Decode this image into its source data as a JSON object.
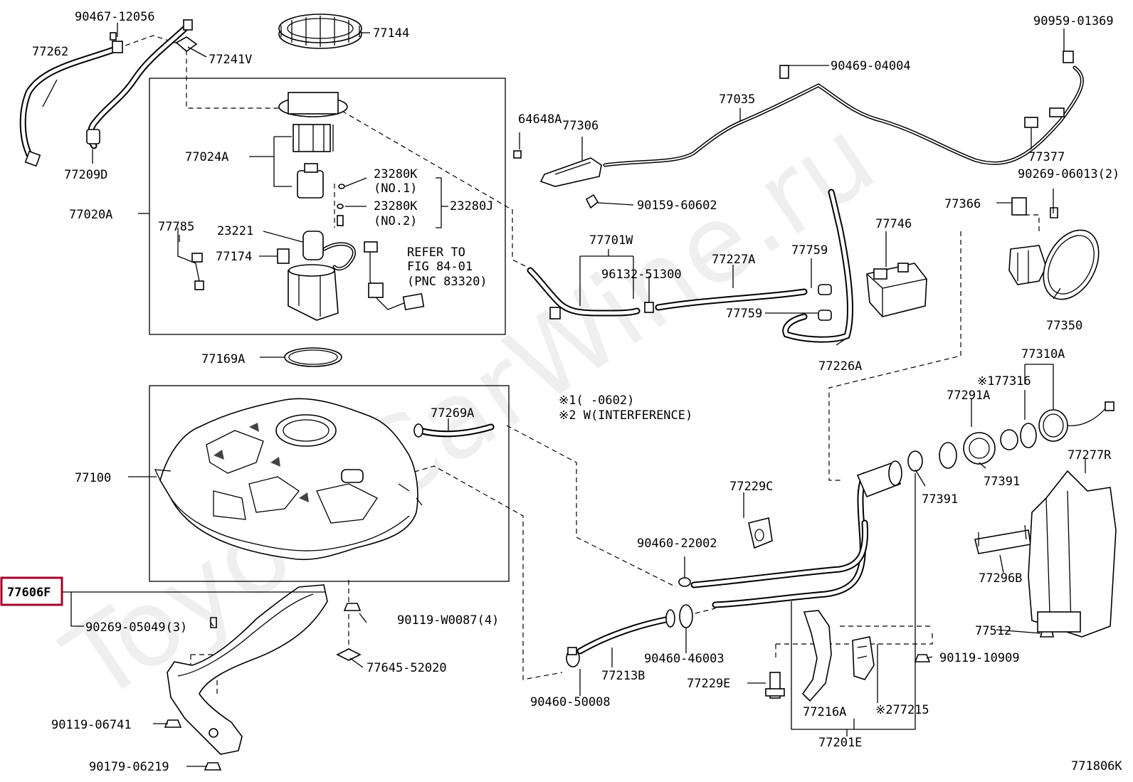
{
  "diagram_id": "771806K",
  "watermark": "ToyotaCarWine.ru",
  "highlighted_part": "77606F",
  "notes": {
    "note1": "※1(    -0602)",
    "note2": "※2 W(INTERFERENCE)",
    "refer_line1": "REFER TO",
    "refer_line2": "FIG 84-01",
    "refer_line3": "(PNC 83320)"
  },
  "labels": {
    "p90467_12056": "90467-12056",
    "p77262": "77262",
    "p77241V": "77241V",
    "p77144": "77144",
    "p90959_01369": "90959-01369",
    "p90469_04004": "90469-04004",
    "p77035": "77035",
    "p64648A": "64648A",
    "p77306": "77306",
    "p77377": "77377",
    "p90269_06013": "90269-06013(2)",
    "p77209D": "77209D",
    "p77024A": "77024A",
    "p23280K_1": "23280K",
    "no1": "(NO.1)",
    "p23280K_2": "23280K",
    "no2": "(NO.2)",
    "p23280J": "23280J",
    "p90159_60602": "90159-60602",
    "p77366": "77366",
    "p77020A": "77020A",
    "p77785": "77785",
    "p23221": "23221",
    "p77174": "77174",
    "p77701W": "77701W",
    "p96132_51300": "96132-51300",
    "p77227A": "77227A",
    "p77759_a": "77759",
    "p77746": "77746",
    "p77759_b": "77759",
    "p77350": "77350",
    "p77169A": "77169A",
    "p77226A": "77226A",
    "p77310A": "77310A",
    "p77316": "※177316",
    "p77269A": "77269A",
    "p77291A": "77291A",
    "p77100": "77100",
    "p77277R": "77277R",
    "p77391_a": "77391",
    "p77391_b": "77391",
    "p77229C": "77229C",
    "p90460_22002": "90460-22002",
    "p77296B": "77296B",
    "p77606F": "77606F",
    "p90269_05049": "90269-05049(3)",
    "p90119_W0087": "90119-W0087(4)",
    "p77512": "77512",
    "p90460_46003": "90460-46003",
    "p90119_10909": "90119-10909",
    "p77645_52020": "77645-52020",
    "p77213B": "77213B",
    "p77229E": "77229E",
    "p90460_50008": "90460-50008",
    "p77215": "※277215",
    "p77216A": "77216A",
    "p90119_06741": "90119-06741",
    "p77201E": "77201E",
    "p90179_06219": "90179-06219"
  }
}
